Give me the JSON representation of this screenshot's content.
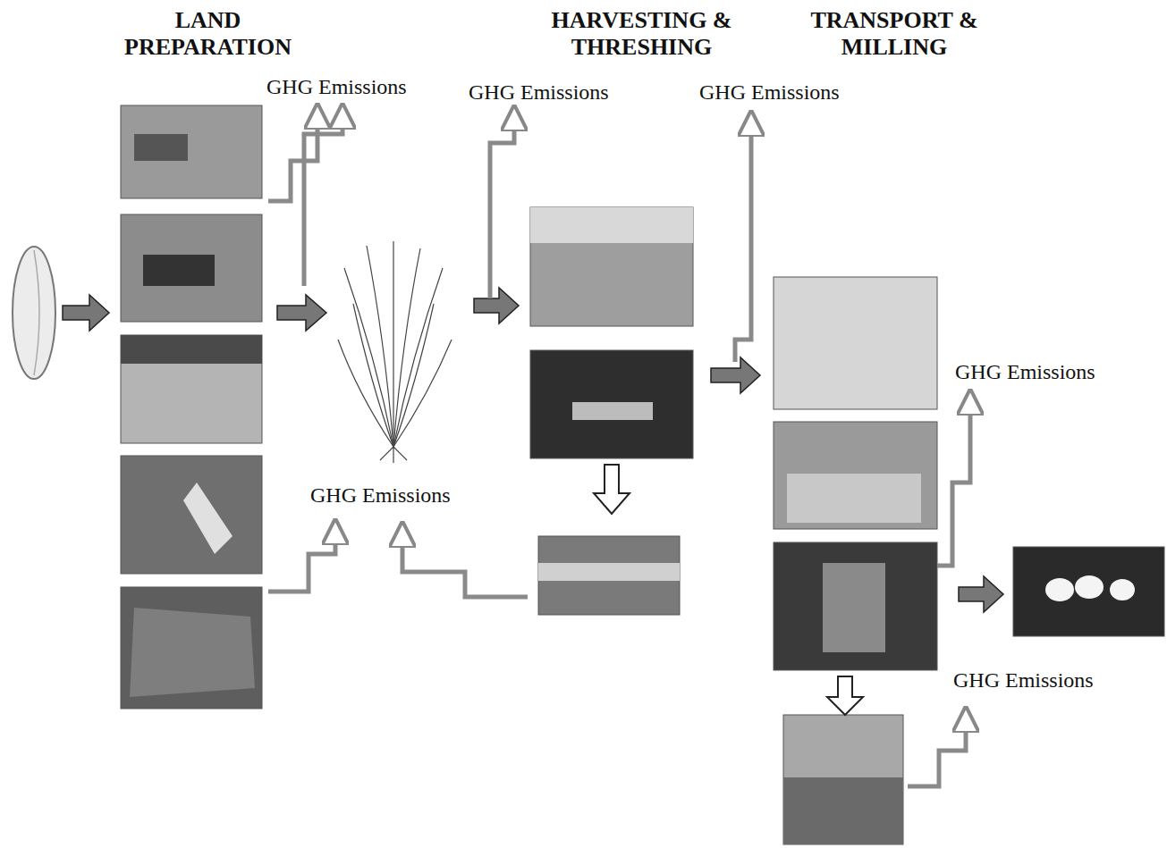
{
  "diagram": {
    "labels": [
      "LAND PREPARATION",
      "HARVESTING & THRESHING",
      "TRANSPORT & MILLING",
      "GHG Emissions",
      "GHG Emissions",
      "GHG Emissions",
      "GHG Emissions",
      "GHG Emissions",
      "GHG Emissions"
    ]
  }
}
